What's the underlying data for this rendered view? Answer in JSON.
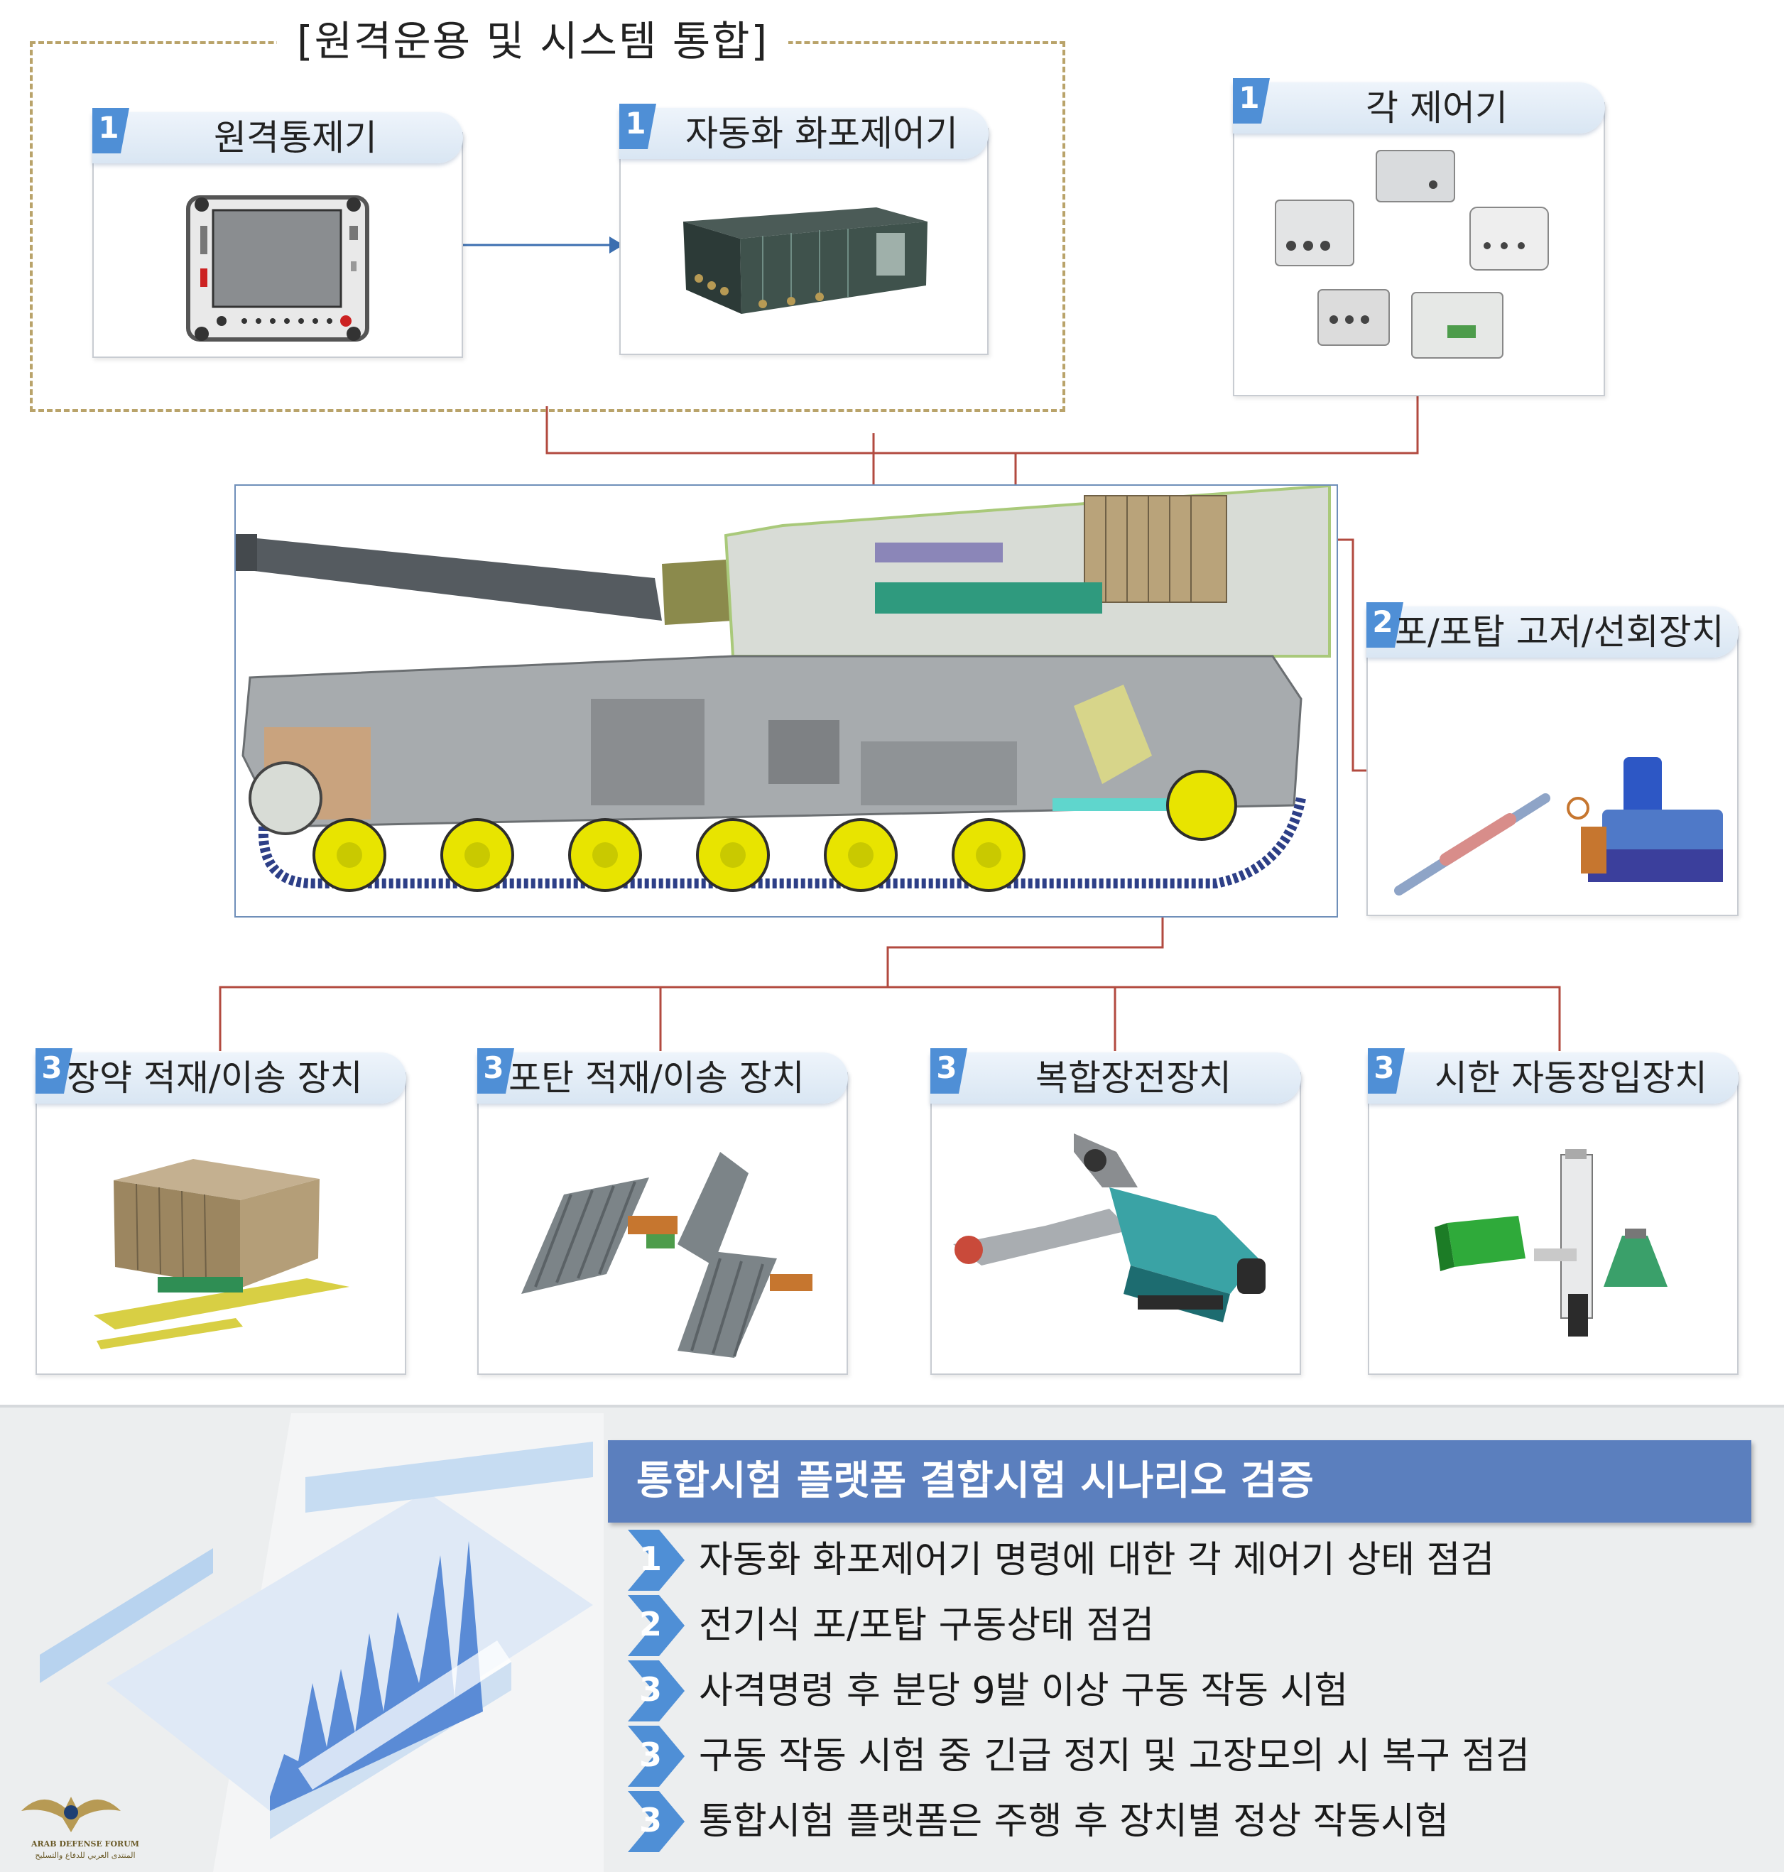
{
  "group": {
    "title": "[원격운용 및 시스템 통합]"
  },
  "top_cards": [
    {
      "badge": "1",
      "label": "원격통제기"
    },
    {
      "badge": "1",
      "label": "자동화 화포제어기"
    },
    {
      "badge": "1",
      "label": "각 제어기"
    }
  ],
  "side_card": {
    "badge": "2",
    "label": "포/포탑 고저/선회장치"
  },
  "bottom_cards": [
    {
      "badge": "3",
      "label": "장약 적재/이송 장치"
    },
    {
      "badge": "3",
      "label": "포탄 적재/이송 장치"
    },
    {
      "badge": "3",
      "label": "복합장전장치"
    },
    {
      "badge": "3",
      "label": "시한 자동장입장치"
    }
  ],
  "scenario": {
    "header": "통합시험 플랫폼 결합시험 시나리오 검증",
    "steps": [
      {
        "num": "1",
        "text": "자동화 화포제어기 명령에 대한 각 제어기 상태 점검"
      },
      {
        "num": "2",
        "text": "전기식 포/포탑 구동상태 점검"
      },
      {
        "num": "3",
        "text": "사격명령 후 분당 9발 이상 구동 작동 시험"
      },
      {
        "num": "3",
        "text": "구동 작동 시험 중 긴급 정지 및 고장모의 시 복구 점검"
      },
      {
        "num": "3",
        "text": "통합시험 플랫폼은 주행 후 장치별 정상 작동시험"
      }
    ]
  },
  "watermark": {
    "name": "ARAB DEFENSE FORUM",
    "sub": "المنتدى العربي للدفاع والتسليح"
  },
  "colors": {
    "connector": "#b24a3f",
    "header_bg": "#5b7fbe",
    "badge": "#4f8fd6",
    "group_border": "#b9a36a"
  }
}
